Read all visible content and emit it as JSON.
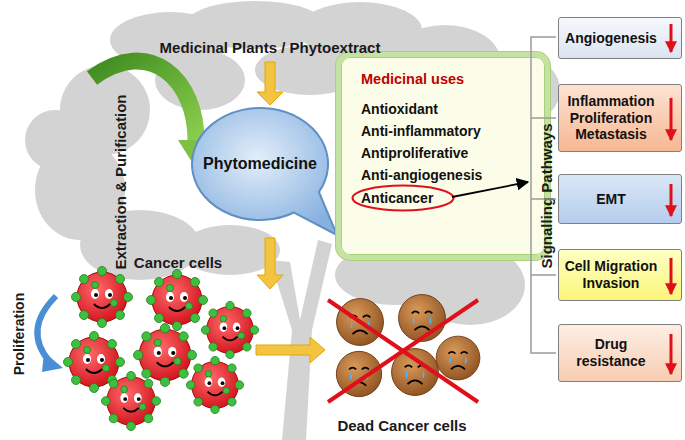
{
  "diagram": {
    "nodes": [
      {
        "text": [
          "Phytomedicine"
        ]
      },
      {
        "text": [
          "Medicinal uses",
          "Antioxidant",
          "Anti-inflammatory",
          "Antiproliferative",
          "Anti-angiogenesis"
        ]
      },
      {
        "text": [
          "Anticancer"
        ],
        "in": 1
      },
      {
        "text": [
          "Angiogenesis"
        ]
      },
      {
        "text": [
          "Inflammation Proliferation Metastasis"
        ]
      },
      {
        "text": [
          "EMT"
        ]
      },
      {
        "text": [
          "Cell Migration Invasion"
        ]
      },
      {
        "text": [
          "Drug resistance"
        ]
      }
    ],
    "labels": [
      "Medicinal Plants / Phytoextract",
      "Extraction & Purification",
      "Signalling Pathways",
      "Cancer cells",
      "Proliferation",
      "Dead Cancer cells"
    ]
  }
}
